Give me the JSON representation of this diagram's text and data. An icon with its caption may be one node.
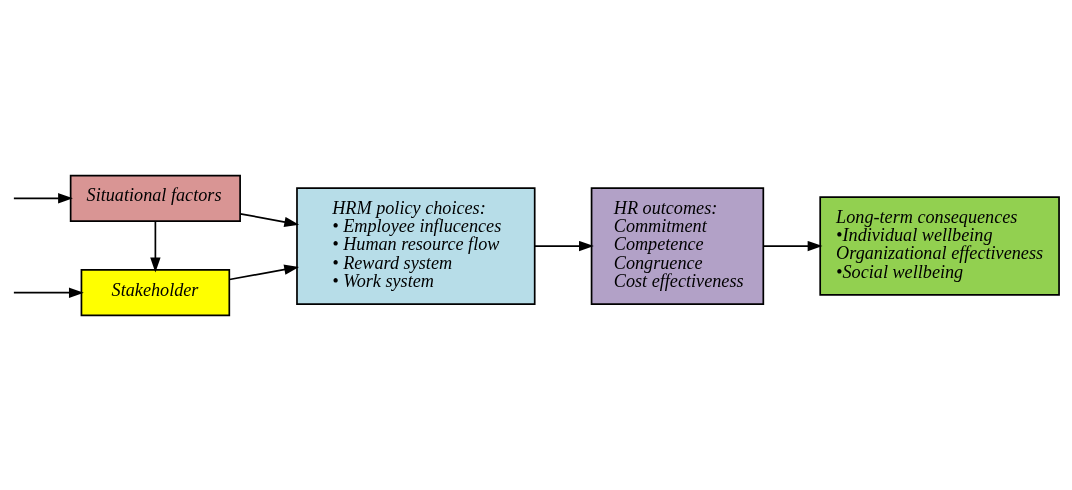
{
  "diagram": {
    "nodes": [
      {
        "text": [
          "Stakeholder"
        ]
      },
      {
        "text": [
          "Situational factors"
        ]
      },
      {
        "text": [
          "HRM policy choices:",
          "• Employee influcences",
          "• Human resource flow",
          "• Reward system",
          "• Work system"
        ]
      },
      {
        "text": [
          "HR outcomes:",
          "Commitment",
          "Competence",
          "Congruence",
          "Cost effectiveness"
        ]
      },
      {
        "text": [
          "Long-term consequences",
          "•Individual wellbeing",
          "Organizational effectiveness",
          "•Social wellbeing"
        ]
      }
    ],
    "edges": [
      {
        "from": null,
        "to": 0,
        "arrow": "to"
      },
      {
        "from": 1,
        "to": 0,
        "arrow": "to"
      },
      {
        "from": null,
        "to": 1,
        "arrow": "to"
      },
      {
        "from": 0,
        "to": 2,
        "arrow": "to"
      },
      {
        "from": 1,
        "to": 2,
        "arrow": "to"
      },
      {
        "from": 2,
        "to": 3,
        "arrow": "to"
      },
      {
        "from": 3,
        "to": 4,
        "arrow": "to"
      }
    ]
  }
}
